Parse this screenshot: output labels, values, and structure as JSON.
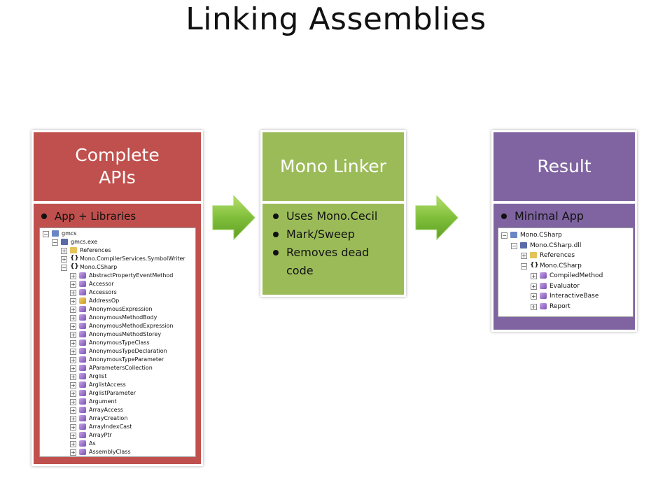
{
  "title": "Linking Assemblies",
  "colors": {
    "red": "#c0504d",
    "green": "#9bbb59",
    "purple": "#8064a2",
    "arrow": "#8cc63f"
  },
  "complete": {
    "header": "Complete\nAPIs",
    "bullets": [
      "App + Libraries"
    ],
    "tree": {
      "rows": [
        {
          "label": "gmcs",
          "level": 0,
          "expander": "⊟",
          "icon": "project-icon"
        },
        {
          "label": "gmcs.exe",
          "level": 1,
          "expander": "⊟",
          "icon": "assembly-icon"
        },
        {
          "label": "References",
          "level": 2,
          "expander": "⊞",
          "icon": "folder-icon"
        },
        {
          "label": "Mono.CompilerServices.SymbolWriter",
          "level": 2,
          "expander": "⊞",
          "icon": "namespace-icon"
        },
        {
          "label": "Mono.CSharp",
          "level": 2,
          "expander": "⊟",
          "icon": "namespace-icon"
        },
        {
          "label": "AbstractPropertyEventMethod",
          "level": 3,
          "expander": "⊞",
          "icon": "class-icon"
        },
        {
          "label": "Accessor",
          "level": 3,
          "expander": "⊞",
          "icon": "class-icon"
        },
        {
          "label": "Accessors",
          "level": 3,
          "expander": "⊞",
          "icon": "class-icon"
        },
        {
          "label": "AddressOp",
          "level": 3,
          "expander": "⊞",
          "icon": "struct-icon"
        },
        {
          "label": "AnonymousExpression",
          "level": 3,
          "expander": "⊞",
          "icon": "class-icon"
        },
        {
          "label": "AnonymousMethodBody",
          "level": 3,
          "expander": "⊞",
          "icon": "class-icon"
        },
        {
          "label": "AnonymousMethodExpression",
          "level": 3,
          "expander": "⊞",
          "icon": "class-icon"
        },
        {
          "label": "AnonymousMethodStorey",
          "level": 3,
          "expander": "⊞",
          "icon": "class-icon"
        },
        {
          "label": "AnonymousTypeClass",
          "level": 3,
          "expander": "⊞",
          "icon": "class-icon"
        },
        {
          "label": "AnonymousTypeDeclaration",
          "level": 3,
          "expander": "⊞",
          "icon": "class-icon"
        },
        {
          "label": "AnonymousTypeParameter",
          "level": 3,
          "expander": "⊞",
          "icon": "class-icon"
        },
        {
          "label": "AParametersCollection",
          "level": 3,
          "expander": "⊞",
          "icon": "class-icon"
        },
        {
          "label": "Arglist",
          "level": 3,
          "expander": "⊞",
          "icon": "class-icon"
        },
        {
          "label": "ArglistAccess",
          "level": 3,
          "expander": "⊞",
          "icon": "class-icon"
        },
        {
          "label": "ArglistParameter",
          "level": 3,
          "expander": "⊞",
          "icon": "class-icon"
        },
        {
          "label": "Argument",
          "level": 3,
          "expander": "⊞",
          "icon": "class-icon"
        },
        {
          "label": "ArrayAccess",
          "level": 3,
          "expander": "⊞",
          "icon": "class-icon"
        },
        {
          "label": "ArrayCreation",
          "level": 3,
          "expander": "⊞",
          "icon": "class-icon"
        },
        {
          "label": "ArrayIndexCast",
          "level": 3,
          "expander": "⊞",
          "icon": "class-icon"
        },
        {
          "label": "ArrayPtr",
          "level": 3,
          "expander": "⊞",
          "icon": "class-icon"
        },
        {
          "label": "As",
          "level": 3,
          "expander": "⊞",
          "icon": "class-icon"
        },
        {
          "label": "AssemblyClass",
          "level": 3,
          "expander": "⊞",
          "icon": "class-icon"
        }
      ]
    }
  },
  "linker": {
    "header": "Mono Linker",
    "bullets": [
      "Uses Mono.Cecil",
      "Mark/Sweep",
      "Removes dead\ncode"
    ]
  },
  "result": {
    "header": "Result",
    "bullets": [
      "Minimal App"
    ],
    "tree": {
      "rows": [
        {
          "label": "Mono.CSharp",
          "level": 0,
          "expander": "⊟",
          "icon": "project-icon"
        },
        {
          "label": "Mono.CSharp.dll",
          "level": 1,
          "expander": "⊟",
          "icon": "assembly-icon"
        },
        {
          "label": "References",
          "level": 2,
          "expander": "⊞",
          "icon": "folder-icon"
        },
        {
          "label": "Mono.CSharp",
          "level": 2,
          "expander": "⊟",
          "icon": "namespace-icon"
        },
        {
          "label": "CompiledMethod",
          "level": 3,
          "expander": "⊞",
          "icon": "class-icon"
        },
        {
          "label": "Evaluator",
          "level": 3,
          "expander": "⊞",
          "icon": "class-icon"
        },
        {
          "label": "InteractiveBase",
          "level": 3,
          "expander": "⊞",
          "icon": "class-icon"
        },
        {
          "label": "Report",
          "level": 3,
          "expander": "⊞",
          "icon": "class-icon"
        }
      ]
    }
  }
}
